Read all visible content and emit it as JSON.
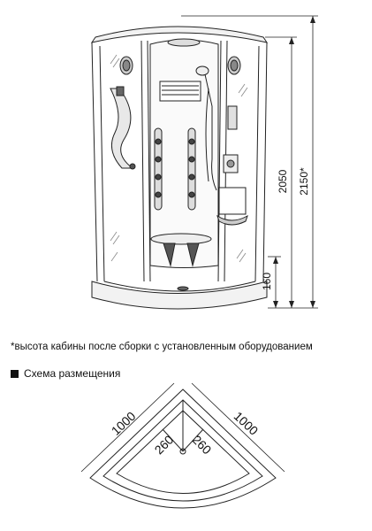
{
  "dimensions": {
    "cabin_height": "2050",
    "total_height": "2150*",
    "tray_height": "160"
  },
  "footnote": "*высота кабины после сборки с установленным оборудованием",
  "layout_heading": "Схема размещения",
  "plan": {
    "side_left": "1000",
    "side_right": "1000",
    "drain_left": "260",
    "drain_right": "260"
  }
}
